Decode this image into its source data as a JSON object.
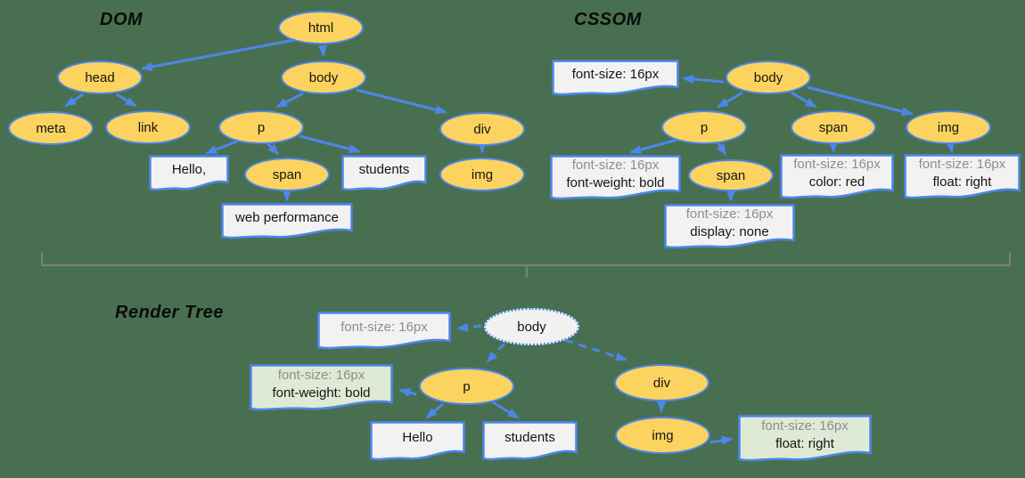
{
  "colors": {
    "background": "#487050",
    "node_fill": "#FBD35E",
    "stroke_blue": "#4D86EB",
    "box_fill": "#F2F2F2",
    "green_fill": "#DEEAD5",
    "muted_text": "#8D8D8D",
    "bracket_gray": "#7F7F7F"
  },
  "dom": {
    "title": "DOM",
    "nodes": {
      "html": "html",
      "head": "head",
      "body": "body",
      "meta": "meta",
      "link": "link",
      "p": "p",
      "div": "div",
      "span": "span",
      "img": "img"
    },
    "text_nodes": {
      "hello": "Hello,",
      "students": "students",
      "webperf": "web performance"
    }
  },
  "cssom": {
    "title": "CSSOM",
    "nodes": {
      "body": "body",
      "p": "p",
      "span": "span",
      "img": "img",
      "span_child": "span"
    },
    "rules": {
      "body": {
        "line1": "font-size: 16px"
      },
      "p": {
        "line1": "font-size: 16px",
        "line2": "font-weight: bold"
      },
      "span_child": {
        "line1": "font-size: 16px",
        "line2": "display: none"
      },
      "span": {
        "line1": "font-size: 16px",
        "line2": "color: red"
      },
      "img": {
        "line1": "font-size: 16px",
        "line2": "float: right"
      }
    }
  },
  "render": {
    "title": "Render Tree",
    "nodes": {
      "body": "body",
      "p": "p",
      "div": "div",
      "img": "img"
    },
    "text_nodes": {
      "hello": "Hello",
      "students": "students"
    },
    "rules": {
      "body": {
        "line1": "font-size: 16px"
      },
      "p": {
        "line1": "font-size: 16px",
        "line2": "font-weight: bold"
      },
      "img": {
        "line1": "font-size: 16px",
        "line2": "float: right"
      }
    }
  }
}
